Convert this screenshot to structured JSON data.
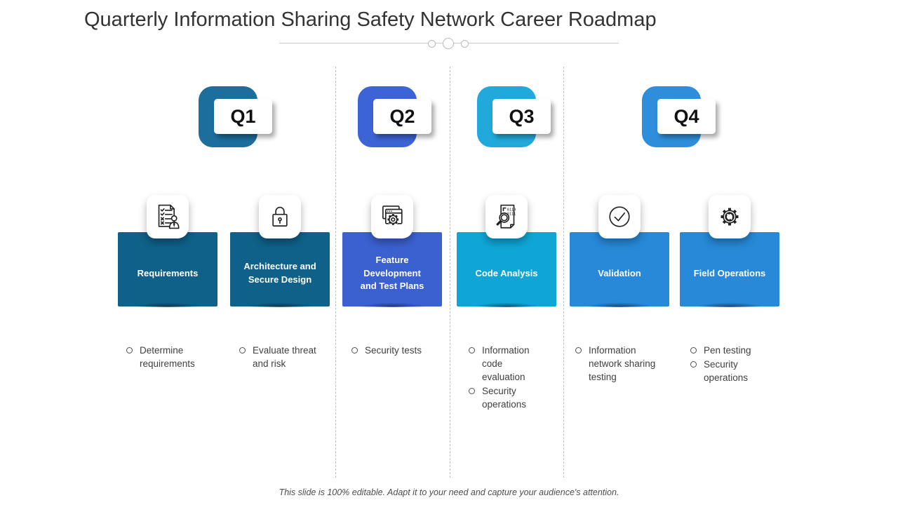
{
  "slide": {
    "title": "Quarterly Information Sharing Safety Network Career Roadmap",
    "footer_note": "This slide is 100% editable. Adapt it to your need and capture your audience's attention."
  },
  "quarters": [
    {
      "label": "Q1",
      "color": "#1c6e9d"
    },
    {
      "label": "Q2",
      "color": "#3c64d6"
    },
    {
      "label": "Q3",
      "color": "#21a9db"
    },
    {
      "label": "Q4",
      "color": "#2f8edb"
    }
  ],
  "cards": [
    {
      "title": "Requirements",
      "color": "#0f6189",
      "icon": "requirements-checklist-icon",
      "bullets": [
        "Determine requirements"
      ]
    },
    {
      "title": "Architecture and Secure Design",
      "color": "#0f6189",
      "icon": "padlock-icon",
      "bullets": [
        "Evaluate threat and risk"
      ]
    },
    {
      "title": "Feature Development and Test Plans",
      "color": "#3b61d1",
      "icon": "app-window-gear-icon",
      "bullets": [
        "Security tests"
      ]
    },
    {
      "title": "Code Analysis",
      "color": "#0fa6d6",
      "icon": "code-review-magnifier-icon",
      "bullets": [
        "Information code evaluation",
        "Security operations"
      ]
    },
    {
      "title": "Validation",
      "color": "#2789d8",
      "icon": "check-circle-icon",
      "bullets": [
        "Information network sharing testing"
      ]
    },
    {
      "title": "Field Operations",
      "color": "#2789d8",
      "icon": "gear-sync-icon",
      "bullets": [
        "Pen testing",
        "Security operations"
      ]
    }
  ]
}
